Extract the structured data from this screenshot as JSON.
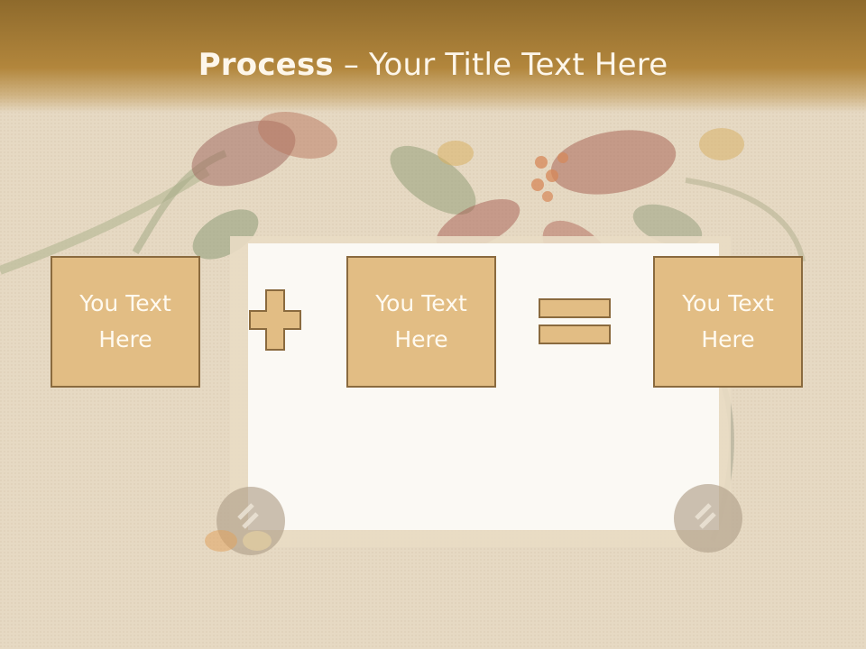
{
  "slide": {
    "title_bold": "Process",
    "title_rest": " – Your Title Text Here",
    "boxes": [
      {
        "label": "You Text Here"
      },
      {
        "label": "You Text Here"
      },
      {
        "label": "You Text Here"
      }
    ],
    "operators": [
      "plus-sign",
      "equals-sign"
    ],
    "colors": {
      "title_bar": "#a77d35",
      "box_fill": "#e2bd84",
      "box_border": "#8a6a3e",
      "operator_fill": "#e2bd84",
      "background": "#e7dac5"
    }
  }
}
